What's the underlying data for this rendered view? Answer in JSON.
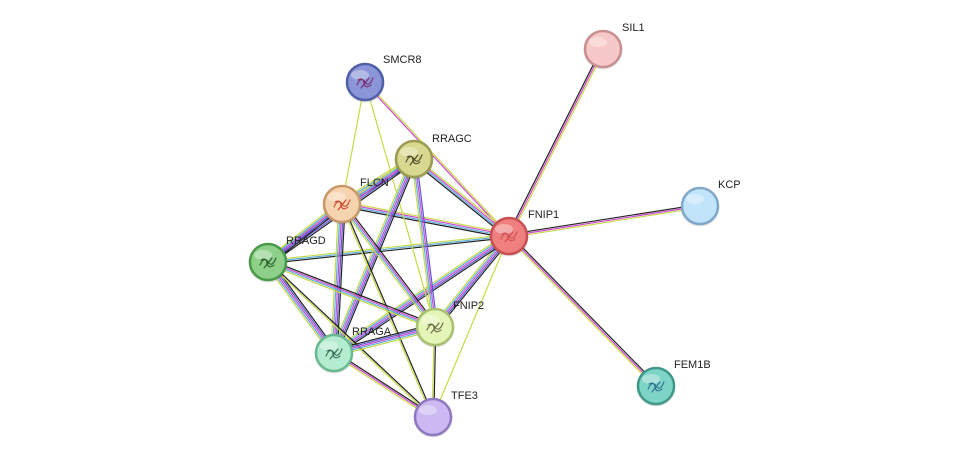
{
  "network": {
    "nodes": [
      {
        "id": "FNIP1",
        "label": "FNIP1",
        "fill": "#f08080",
        "stroke": "#c85050",
        "glyph": "#d05050",
        "query": true
      },
      {
        "id": "SIL1",
        "label": "SIL1",
        "fill": "#f7c8c8",
        "stroke": "#c89090",
        "glyph": null
      },
      {
        "id": "KCP",
        "label": "KCP",
        "fill": "#c2e4fa",
        "stroke": "#80a8c8",
        "glyph": null
      },
      {
        "id": "FEM1B",
        "label": "FEM1B",
        "fill": "#7fd4c8",
        "stroke": "#409888",
        "glyph": "#2f6f8f"
      },
      {
        "id": "SMCR8",
        "label": "SMCR8",
        "fill": "#8a96d8",
        "stroke": "#5060a8",
        "glyph": "#7a2c6e"
      },
      {
        "id": "RRAGC",
        "label": "RRAGC",
        "fill": "#d8d890",
        "stroke": "#9a9a50",
        "glyph": "#4a4a2a"
      },
      {
        "id": "FLCN",
        "label": "FLCN",
        "fill": "#f7d4b0",
        "stroke": "#c89a6a",
        "glyph": "#d0442a"
      },
      {
        "id": "RRAGD",
        "label": "RRAGD",
        "fill": "#8ed08a",
        "stroke": "#4a9a48",
        "glyph": "#2a5a2a"
      },
      {
        "id": "FNIP2",
        "label": "FNIP2",
        "fill": "#e4f5b8",
        "stroke": "#a8c070",
        "glyph": "#6a6a4a"
      },
      {
        "id": "RRAGA",
        "label": "RRAGA",
        "fill": "#b4ecd0",
        "stroke": "#6ab890",
        "glyph": "#3a6a5a"
      },
      {
        "id": "TFE3",
        "label": "TFE3",
        "fill": "#cdb8f2",
        "stroke": "#8e78c0",
        "glyph": null
      }
    ],
    "edges": [
      {
        "a": "FNIP1",
        "b": "SIL1",
        "types": [
          "#222222",
          "#d048d0",
          "#c8d848"
        ]
      },
      {
        "a": "FNIP1",
        "b": "KCP",
        "types": [
          "#222222",
          "#d048d0",
          "#c8d848"
        ]
      },
      {
        "a": "FNIP1",
        "b": "FEM1B",
        "types": [
          "#222222",
          "#d048d0",
          "#c8d848"
        ]
      },
      {
        "a": "FNIP1",
        "b": "SMCR8",
        "types": [
          "#d048d0",
          "#c8d848"
        ]
      },
      {
        "a": "FNIP1",
        "b": "RRAGC",
        "types": [
          "#222222",
          "#5ab0e0",
          "#d048d0",
          "#c8d848"
        ]
      },
      {
        "a": "FNIP1",
        "b": "FLCN",
        "types": [
          "#222222",
          "#5ab0e0",
          "#d048d0",
          "#c8d848"
        ]
      },
      {
        "a": "FNIP1",
        "b": "RRAGD",
        "types": [
          "#222222",
          "#5ab0e0",
          "#c8d848"
        ]
      },
      {
        "a": "FNIP1",
        "b": "FNIP2",
        "types": [
          "#222222",
          "#5a5ad8",
          "#d048d0",
          "#5ab0e0",
          "#c8d848"
        ]
      },
      {
        "a": "FNIP1",
        "b": "RRAGA",
        "types": [
          "#222222",
          "#5a5ad8",
          "#d048d0",
          "#5ab0e0",
          "#c8d848"
        ]
      },
      {
        "a": "FNIP1",
        "b": "TFE3",
        "types": [
          "#c8d848"
        ]
      },
      {
        "a": "SMCR8",
        "b": "FLCN",
        "types": [
          "#c8d848"
        ]
      },
      {
        "a": "SMCR8",
        "b": "FNIP2",
        "types": [
          "#c8d848"
        ]
      },
      {
        "a": "RRAGC",
        "b": "FLCN",
        "types": [
          "#222222",
          "#5a5ad8",
          "#d048d0",
          "#5ab0e0",
          "#c8d848"
        ]
      },
      {
        "a": "RRAGC",
        "b": "RRAGD",
        "types": [
          "#222222",
          "#5a5ad8",
          "#d048d0",
          "#5ab0e0",
          "#c8d848"
        ]
      },
      {
        "a": "RRAGC",
        "b": "RRAGA",
        "types": [
          "#222222",
          "#5a5ad8",
          "#d048d0",
          "#5ab0e0",
          "#c8d848"
        ]
      },
      {
        "a": "RRAGC",
        "b": "FNIP2",
        "types": [
          "#5a5ad8",
          "#d048d0",
          "#5ab0e0",
          "#c8d848"
        ]
      },
      {
        "a": "FLCN",
        "b": "RRAGD",
        "types": [
          "#222222",
          "#5a5ad8",
          "#d048d0",
          "#5ab0e0",
          "#c8d848"
        ]
      },
      {
        "a": "FLCN",
        "b": "RRAGA",
        "types": [
          "#222222",
          "#5a5ad8",
          "#d048d0",
          "#5ab0e0",
          "#c8d848"
        ]
      },
      {
        "a": "FLCN",
        "b": "FNIP2",
        "types": [
          "#222222",
          "#d048d0",
          "#5ab0e0",
          "#c8d848"
        ]
      },
      {
        "a": "FLCN",
        "b": "TFE3",
        "types": [
          "#222222",
          "#c8d848"
        ]
      },
      {
        "a": "RRAGD",
        "b": "RRAGA",
        "types": [
          "#222222",
          "#5a5ad8",
          "#d048d0",
          "#5ab0e0",
          "#c8d848"
        ]
      },
      {
        "a": "RRAGD",
        "b": "FNIP2",
        "types": [
          "#222222",
          "#d048d0",
          "#5ab0e0",
          "#c8d848"
        ]
      },
      {
        "a": "RRAGD",
        "b": "TFE3",
        "types": [
          "#222222",
          "#c8d848"
        ]
      },
      {
        "a": "RRAGA",
        "b": "FNIP2",
        "types": [
          "#222222",
          "#5a5ad8",
          "#d048d0",
          "#5ab0e0",
          "#c8d848"
        ]
      },
      {
        "a": "RRAGA",
        "b": "TFE3",
        "types": [
          "#222222",
          "#d048d0",
          "#c8d848"
        ]
      },
      {
        "a": "FNIP2",
        "b": "TFE3",
        "types": [
          "#222222",
          "#c8d848"
        ]
      }
    ]
  }
}
